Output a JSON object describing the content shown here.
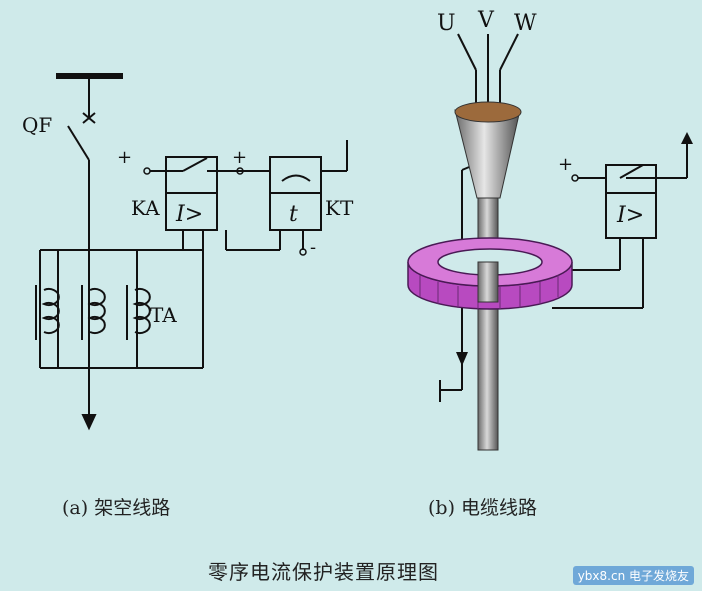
{
  "labels": {
    "qf": "QF",
    "ka": "KA",
    "kt": "KT",
    "ta": "TA",
    "u": "U",
    "v": "V",
    "w": "W",
    "plus": "+",
    "minus": "-",
    "relay_i": "I>",
    "relay_t": "t"
  },
  "captions": {
    "a": "(a) 架空线路",
    "b": "(b) 电缆线路"
  },
  "title": "零序电流保护装置原理图",
  "watermark": "ybx8.cn 电子发烧友"
}
